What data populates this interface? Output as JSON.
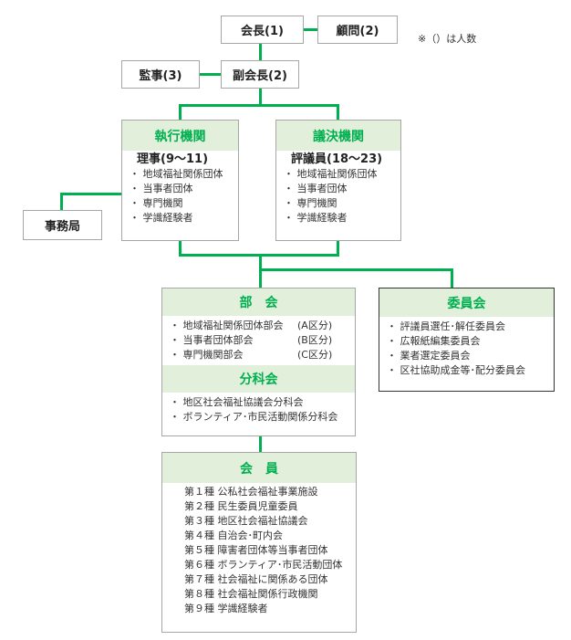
{
  "top": {
    "chairman": "会長(1)",
    "advisor": "顧問(2)",
    "note": "※（）は人数",
    "auditor": "監事(3)",
    "vice_chairman": "副会長(2)",
    "secretariat": "事務局"
  },
  "executive": {
    "title": "執行機関",
    "subtitle": "理事(9～11)",
    "items": [
      "・ 地域福祉関係団体",
      "・ 当事者団体",
      "・ 専門機関",
      "・ 学識経験者"
    ]
  },
  "legislative": {
    "title": "議決機関",
    "subtitle": "評議員(18～23)",
    "items": [
      "・ 地域福祉関係団体",
      "・ 当事者団体",
      "・ 専門機関",
      "・ 学識経験者"
    ]
  },
  "bukai": {
    "title": "部　会",
    "items": [
      {
        "name": "・ 地域福祉関係団体部会",
        "cls": "(A区分)"
      },
      {
        "name": "・ 当事者団体部会",
        "cls": "(B区分)"
      },
      {
        "name": "・ 専門機関部会",
        "cls": "(C区分)"
      }
    ]
  },
  "bunkakai": {
    "title": "分科会",
    "items": [
      "・ 地区社会福祉協議会分科会",
      "・ ボランティア･市民活動関係分科会"
    ]
  },
  "committee": {
    "title": "委員会",
    "items": [
      "・ 評議員選任･解任委員会",
      "・ 広報紙編集委員会",
      "・ 業者選定委員会",
      "・ 区社協助成金等･配分委員会"
    ]
  },
  "members": {
    "title": "会　員",
    "items": [
      "第１種 公私社会福祉事業施設",
      "第２種 民生委員児童委員",
      "第３種 地区社会福祉協議会",
      "第４種 自治会･町内会",
      "第５種 障害者団体等当事者団体",
      "第６種 ボランティア･市民活動団体",
      "第７種 社会福祉に関係ある団体",
      "第８種 社会福祉関係行政機関",
      "第９種 学識経験者"
    ]
  }
}
